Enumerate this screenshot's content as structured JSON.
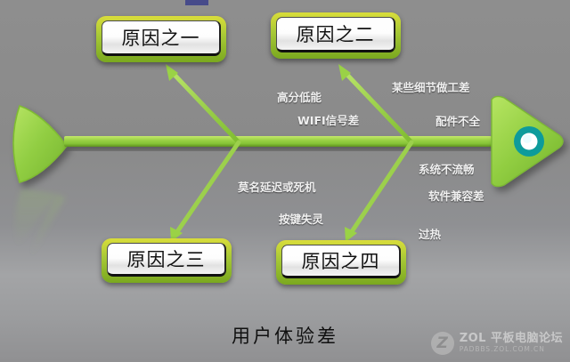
{
  "diagram": {
    "type": "fishbone-ishikawa",
    "effect": "用户体验差",
    "colors": {
      "bone_green": "#8CC63F",
      "bone_green_light": "#A8D957",
      "sub_bone_lavender": "#9a97d0",
      "box_frame": "#a8c936",
      "background": "#8e8e8e",
      "eye_teal": "#0f9b9b"
    },
    "causes": [
      {
        "id": "cause-1",
        "label": "原因之一",
        "position": "top-left",
        "sub_causes": [
          "高分低能",
          "WIFI信号差"
        ]
      },
      {
        "id": "cause-2",
        "label": "原因之二",
        "position": "top-right",
        "sub_causes": [
          "某些细节做工差",
          "配件不全"
        ]
      },
      {
        "id": "cause-3",
        "label": "原因之三",
        "position": "bottom-left",
        "sub_causes": [
          "莫名延迟或死机",
          "按键失灵"
        ]
      },
      {
        "id": "cause-4",
        "label": "原因之四",
        "position": "bottom-right",
        "sub_causes": [
          "系统不流畅",
          "软件兼容差",
          "过热"
        ]
      }
    ],
    "sub_cause_labels": {
      "c1_a": "高分低能",
      "c1_b": "WIFI信号差",
      "c2_a": "某些细节做工差",
      "c2_b": "配件不全",
      "c3_a": "莫名延迟或死机",
      "c3_b": "按键失灵",
      "c4_a": "系统不流畅",
      "c4_b": "软件兼容差",
      "c4_c": "过热"
    }
  },
  "watermark": {
    "logo_letter": "Z",
    "brand": "ZOL 平板电脑论坛",
    "url": "PADBBS.ZOL.COM.CN"
  }
}
